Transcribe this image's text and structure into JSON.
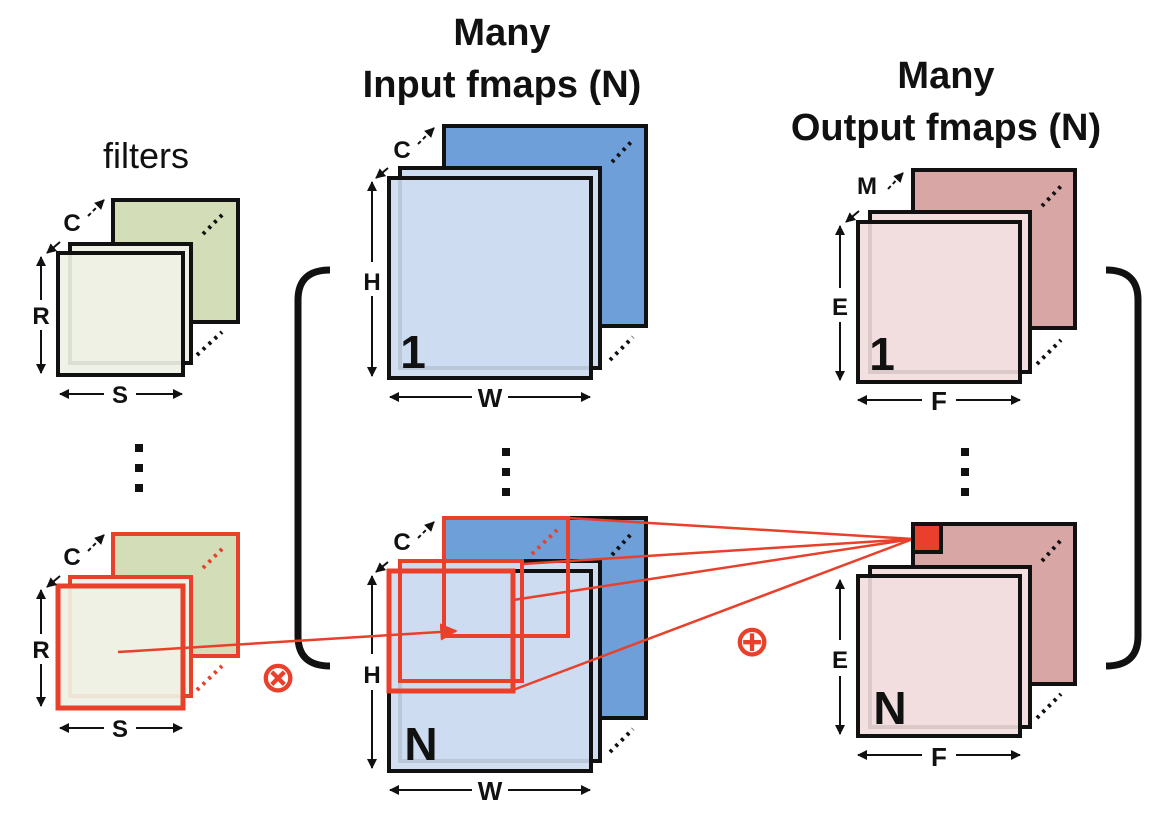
{
  "titles": {
    "filters": "filters",
    "input_line1": "Many",
    "input_line2": "Input fmaps (N)",
    "output_line1": "Many",
    "output_line2": "Output fmaps (N)"
  },
  "filters": {
    "top": {
      "C": "C",
      "R": "R",
      "S": "S"
    },
    "bottom": {
      "C": "C",
      "R": "R",
      "S": "S"
    }
  },
  "input": {
    "top": {
      "C": "C",
      "H": "H",
      "W": "W",
      "index": "1"
    },
    "bottom": {
      "C": "C",
      "H": "H",
      "W": "W",
      "index": "N"
    }
  },
  "output": {
    "top": {
      "M": "M",
      "E": "E",
      "F": "F",
      "index": "1"
    },
    "bottom": {
      "E": "E",
      "F": "F",
      "index": "N"
    }
  },
  "symbols": {
    "multiply": "⊗",
    "accumulate": "⊕"
  },
  "colors": {
    "filter_back": "#d3deb8",
    "filter_front": "#eef1e4",
    "input_back": "#6f9fd8",
    "input_front": "#cddcf0",
    "output_back": "#d9a6a6",
    "output_front": "#f2dede",
    "highlight": "#e8402a",
    "stroke": "#111111"
  }
}
